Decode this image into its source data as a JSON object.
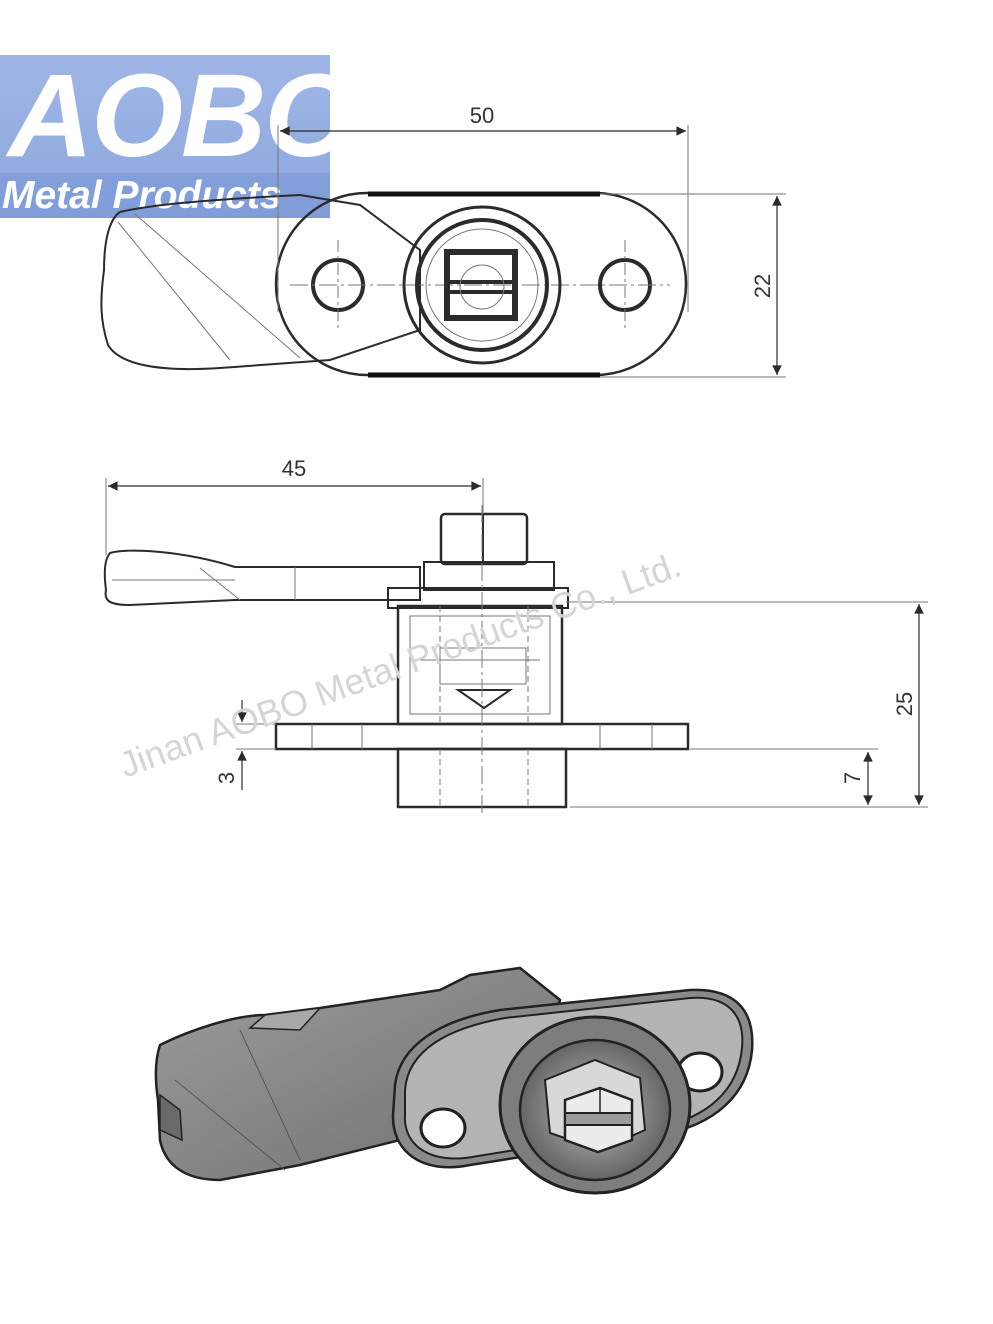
{
  "logo": {
    "brand": "AOBO",
    "tagline": "Metal Products"
  },
  "watermark": "Jinan AOBO Metal Products Co., Ltd.",
  "dimensions": {
    "top_view_width": "50",
    "top_view_height": "22",
    "side_view_handle_length": "45",
    "side_view_total_height": "25",
    "side_view_flange_thickness": "3",
    "side_view_below_flange": "7"
  },
  "colors": {
    "logo_bg": "#9fb6e6",
    "line": "#2b2b2b",
    "iso_fill": "#8c8c8c"
  }
}
